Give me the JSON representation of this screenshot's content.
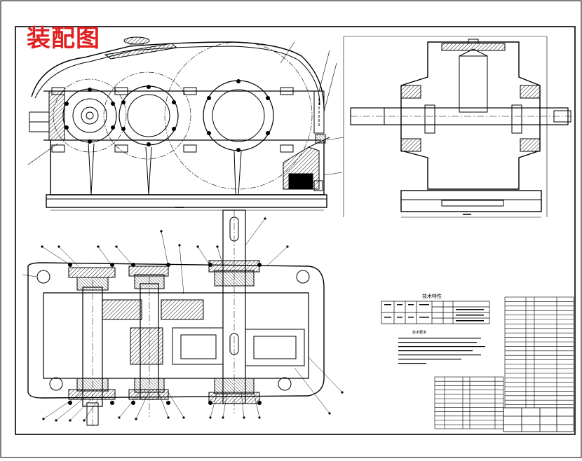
{
  "drawing": {
    "title": "装配图",
    "accent_color": "#e02020",
    "line_color": "#000000"
  },
  "technical_characteristics": {
    "heading": "技术特性"
  },
  "notes": {
    "heading": "技术要求"
  }
}
